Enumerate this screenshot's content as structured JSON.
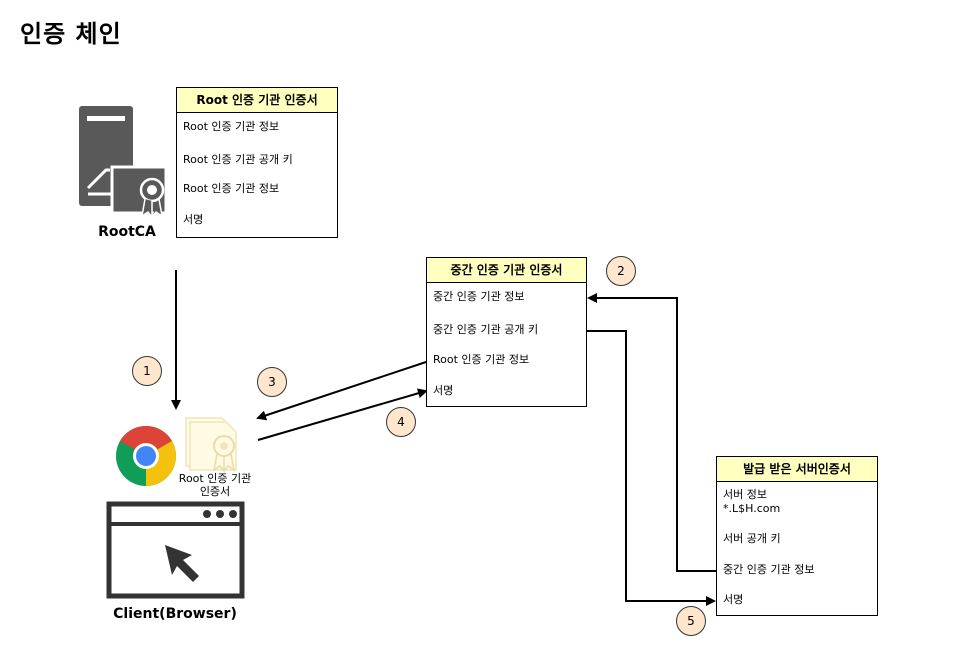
{
  "title": "인증 체인",
  "root_ca": {
    "label": "RootCA",
    "cert": {
      "header": "Root 인증 기관 인증서",
      "rows": [
        "Root 인증 기관 정보",
        "Root 인증 기관 공개 키",
        "Root 인증 기관 정보",
        "서명"
      ]
    }
  },
  "intermediate": {
    "header": "중간 인증 기관 인증서",
    "rows": [
      "중간 인증 기관 정보",
      "중간 인증 기관 공개 키",
      "Root 인증 기관 정보",
      "서명"
    ]
  },
  "server": {
    "header": "발급 받은 서버인증서",
    "rows": [
      "서버 정보",
      "*.L$H.com",
      "서버 공개 키",
      "중간 인증 기관 정보",
      "서명"
    ]
  },
  "client": {
    "label": "Client(Browser)",
    "root_cert_label_line1": "Root 인증 기관",
    "root_cert_label_line2": "인증서"
  },
  "steps": [
    "1",
    "2",
    "3",
    "4",
    "5"
  ],
  "colors": {
    "header_fill": "#ffffc0",
    "step_fill": "#ffe6cc",
    "server_icon": "#595959",
    "chrome_red": "#db4437",
    "chrome_yellow": "#f4c20d",
    "chrome_green": "#0f9d58",
    "chrome_blue": "#4285f4"
  }
}
